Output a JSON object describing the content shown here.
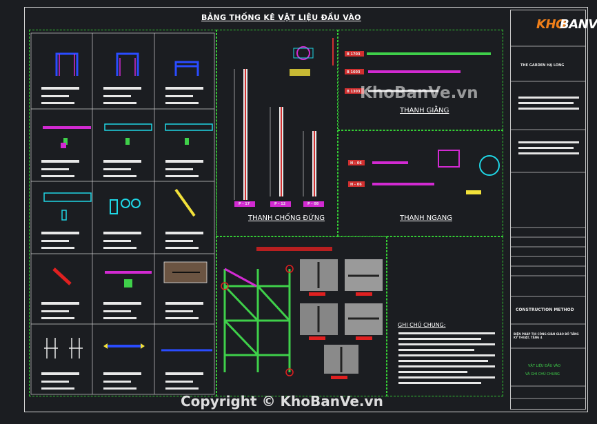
{
  "sheet": {
    "main_title": "BẢNG THỐNG KÊ VẬT LIỆU ĐẦU VÀO",
    "section_labels": {
      "vertical": "THANH CHỐNG ĐỨNG",
      "ledger": "THANH GIẰNG",
      "horizontal": "THANH NGANG",
      "notes_heading": "GHI CHÚ CHUNG:"
    },
    "diagonal_tags": [
      "B 1703",
      "B 1603",
      "B 1303"
    ],
    "horizontal_tags": [
      "H - 06",
      "H - 06"
    ],
    "vertical_tags": [
      "P - 17",
      "P - 12",
      "P - 08"
    ]
  },
  "title_block": {
    "project": "THE GARDEN HẠ LONG",
    "method": "CONSTRUCTION METHOD",
    "method_desc": "BIỆN PHÁP THI CÔNG GIÀN GIÁO BỐ TẦNG KỸ THUẬT, TẦNG 4",
    "sheet_name_1": "VẬT LIỆU ĐẦU VÀO",
    "sheet_name_2": "VÀ GHI CHÚ CHUNG"
  },
  "watermarks": {
    "center": "KhoBanVe.vn",
    "copyright": "Copyright © KhoBanVe.vn",
    "logo_k": "KHO",
    "logo_bv": "BANVE"
  },
  "colors": {
    "frame": "#d8d8d8",
    "dashed": "#35d035",
    "magenta": "#d22ad2",
    "cyan": "#1fd7e6",
    "green": "#3fd04a",
    "red": "#e02020",
    "yellow": "#f2e13a",
    "blue": "#2a4cff"
  }
}
